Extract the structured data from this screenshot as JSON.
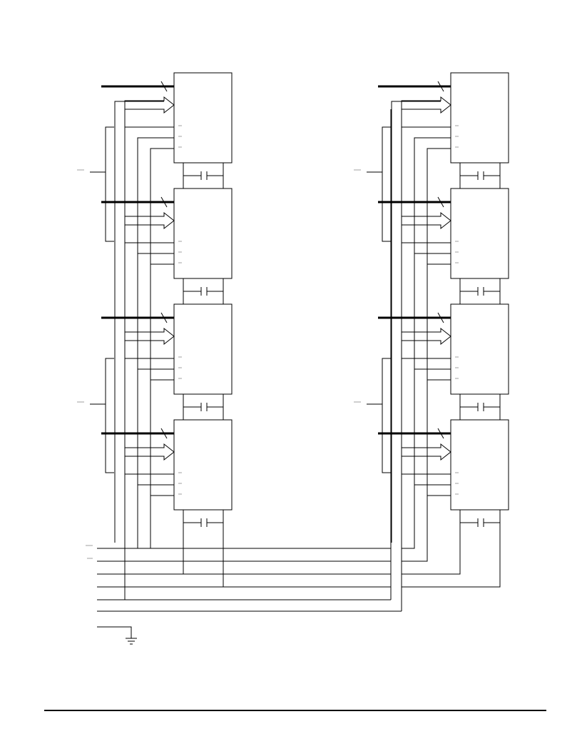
{
  "figure": {
    "description_free": true,
    "left_bank": {
      "chips": 4,
      "decoupling_capacitor_per_chip": true
    },
    "right_bank": {
      "chips": 4,
      "decoupling_capacitor_per_chip": true
    },
    "common_bus_lines": 6,
    "ground_symbol": true,
    "footer_rule": true
  }
}
